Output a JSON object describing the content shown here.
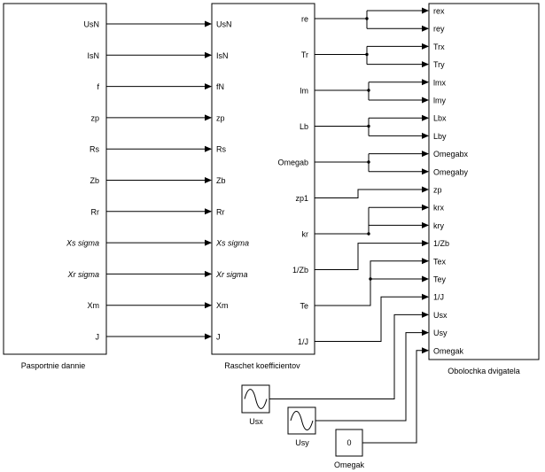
{
  "blocks": {
    "pasport": {
      "name": "Pasportnie dannie",
      "outputs": [
        "UsN",
        "IsN",
        "f",
        "zp",
        "Rs",
        "Zb",
        "Rr",
        "Xs sigma",
        "Xr sigma",
        "Xm",
        "J"
      ]
    },
    "raschet": {
      "name": "Raschet koefficientov",
      "inputs": [
        "UsN",
        "IsN",
        "fN",
        "zp",
        "Rs",
        "Zb",
        "Rr",
        "Xs sigma",
        "Xr sigma",
        "Xm",
        "J"
      ],
      "outputs": [
        "re",
        "Tr",
        "lm",
        "Lb",
        "Omegab",
        "zp1",
        "kr",
        "1/Zb",
        "Te",
        "1/J"
      ]
    },
    "obolochka": {
      "name": "Obolochka dvigatela",
      "inputs": [
        "rex",
        "rey",
        "Trx",
        "Try",
        "lmx",
        "lmy",
        "Lbx",
        "Lby",
        "Omegabx",
        "Omegaby",
        "zp",
        "krx",
        "kry",
        "1/Zb",
        "Tex",
        "Tey",
        "1/J",
        "Usx",
        "Usy",
        "Omegak"
      ]
    },
    "usx": {
      "name": "Usx"
    },
    "usy": {
      "name": "Usy"
    },
    "omegak": {
      "name": "Omegak",
      "value": "0"
    }
  },
  "italic_labels": [
    "Xs sigma",
    "Xr sigma"
  ]
}
